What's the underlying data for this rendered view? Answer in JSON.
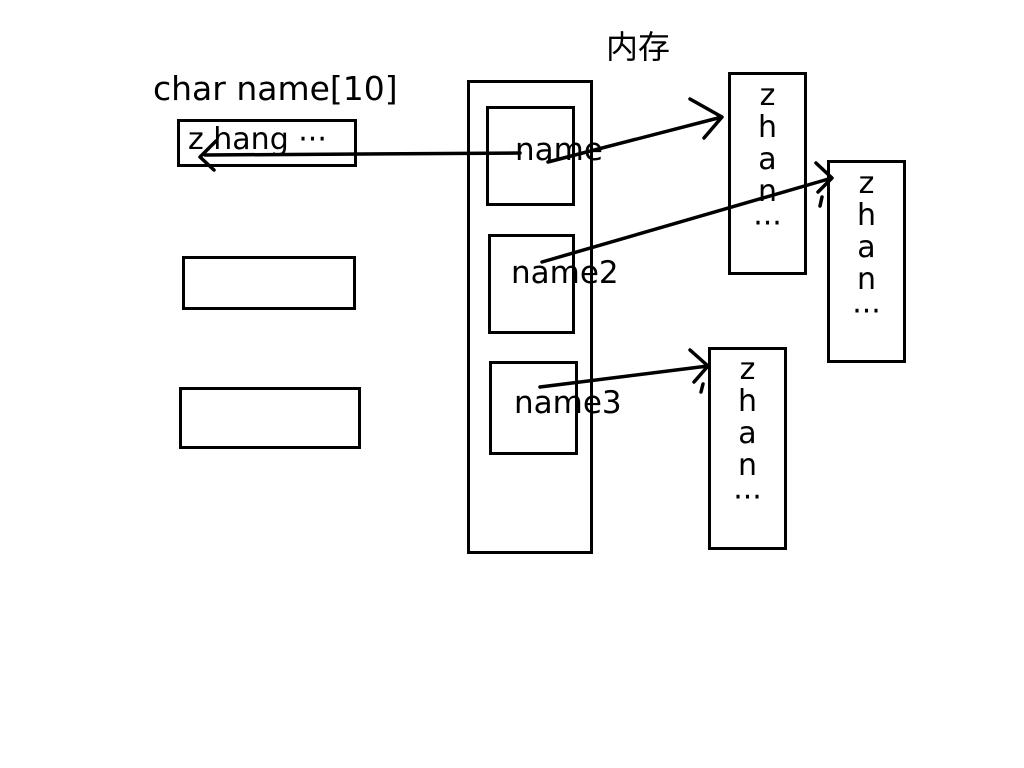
{
  "memory_label": "内存",
  "array_decl": "char name[10]",
  "left_boxes": [
    {
      "text": "z hang ···"
    },
    {
      "text": ""
    },
    {
      "text": ""
    }
  ],
  "pointer_labels": [
    "name",
    "name2",
    "name3"
  ],
  "string_blocks": [
    {
      "chars": [
        "z",
        "h",
        "a",
        "n",
        "···"
      ]
    },
    {
      "chars": [
        "z",
        "h",
        "a",
        "n",
        "···"
      ]
    },
    {
      "chars": [
        "z",
        "h",
        "a",
        "n",
        "···"
      ]
    }
  ],
  "colors": {
    "ink": "#000000",
    "paper": "#ffffff"
  }
}
